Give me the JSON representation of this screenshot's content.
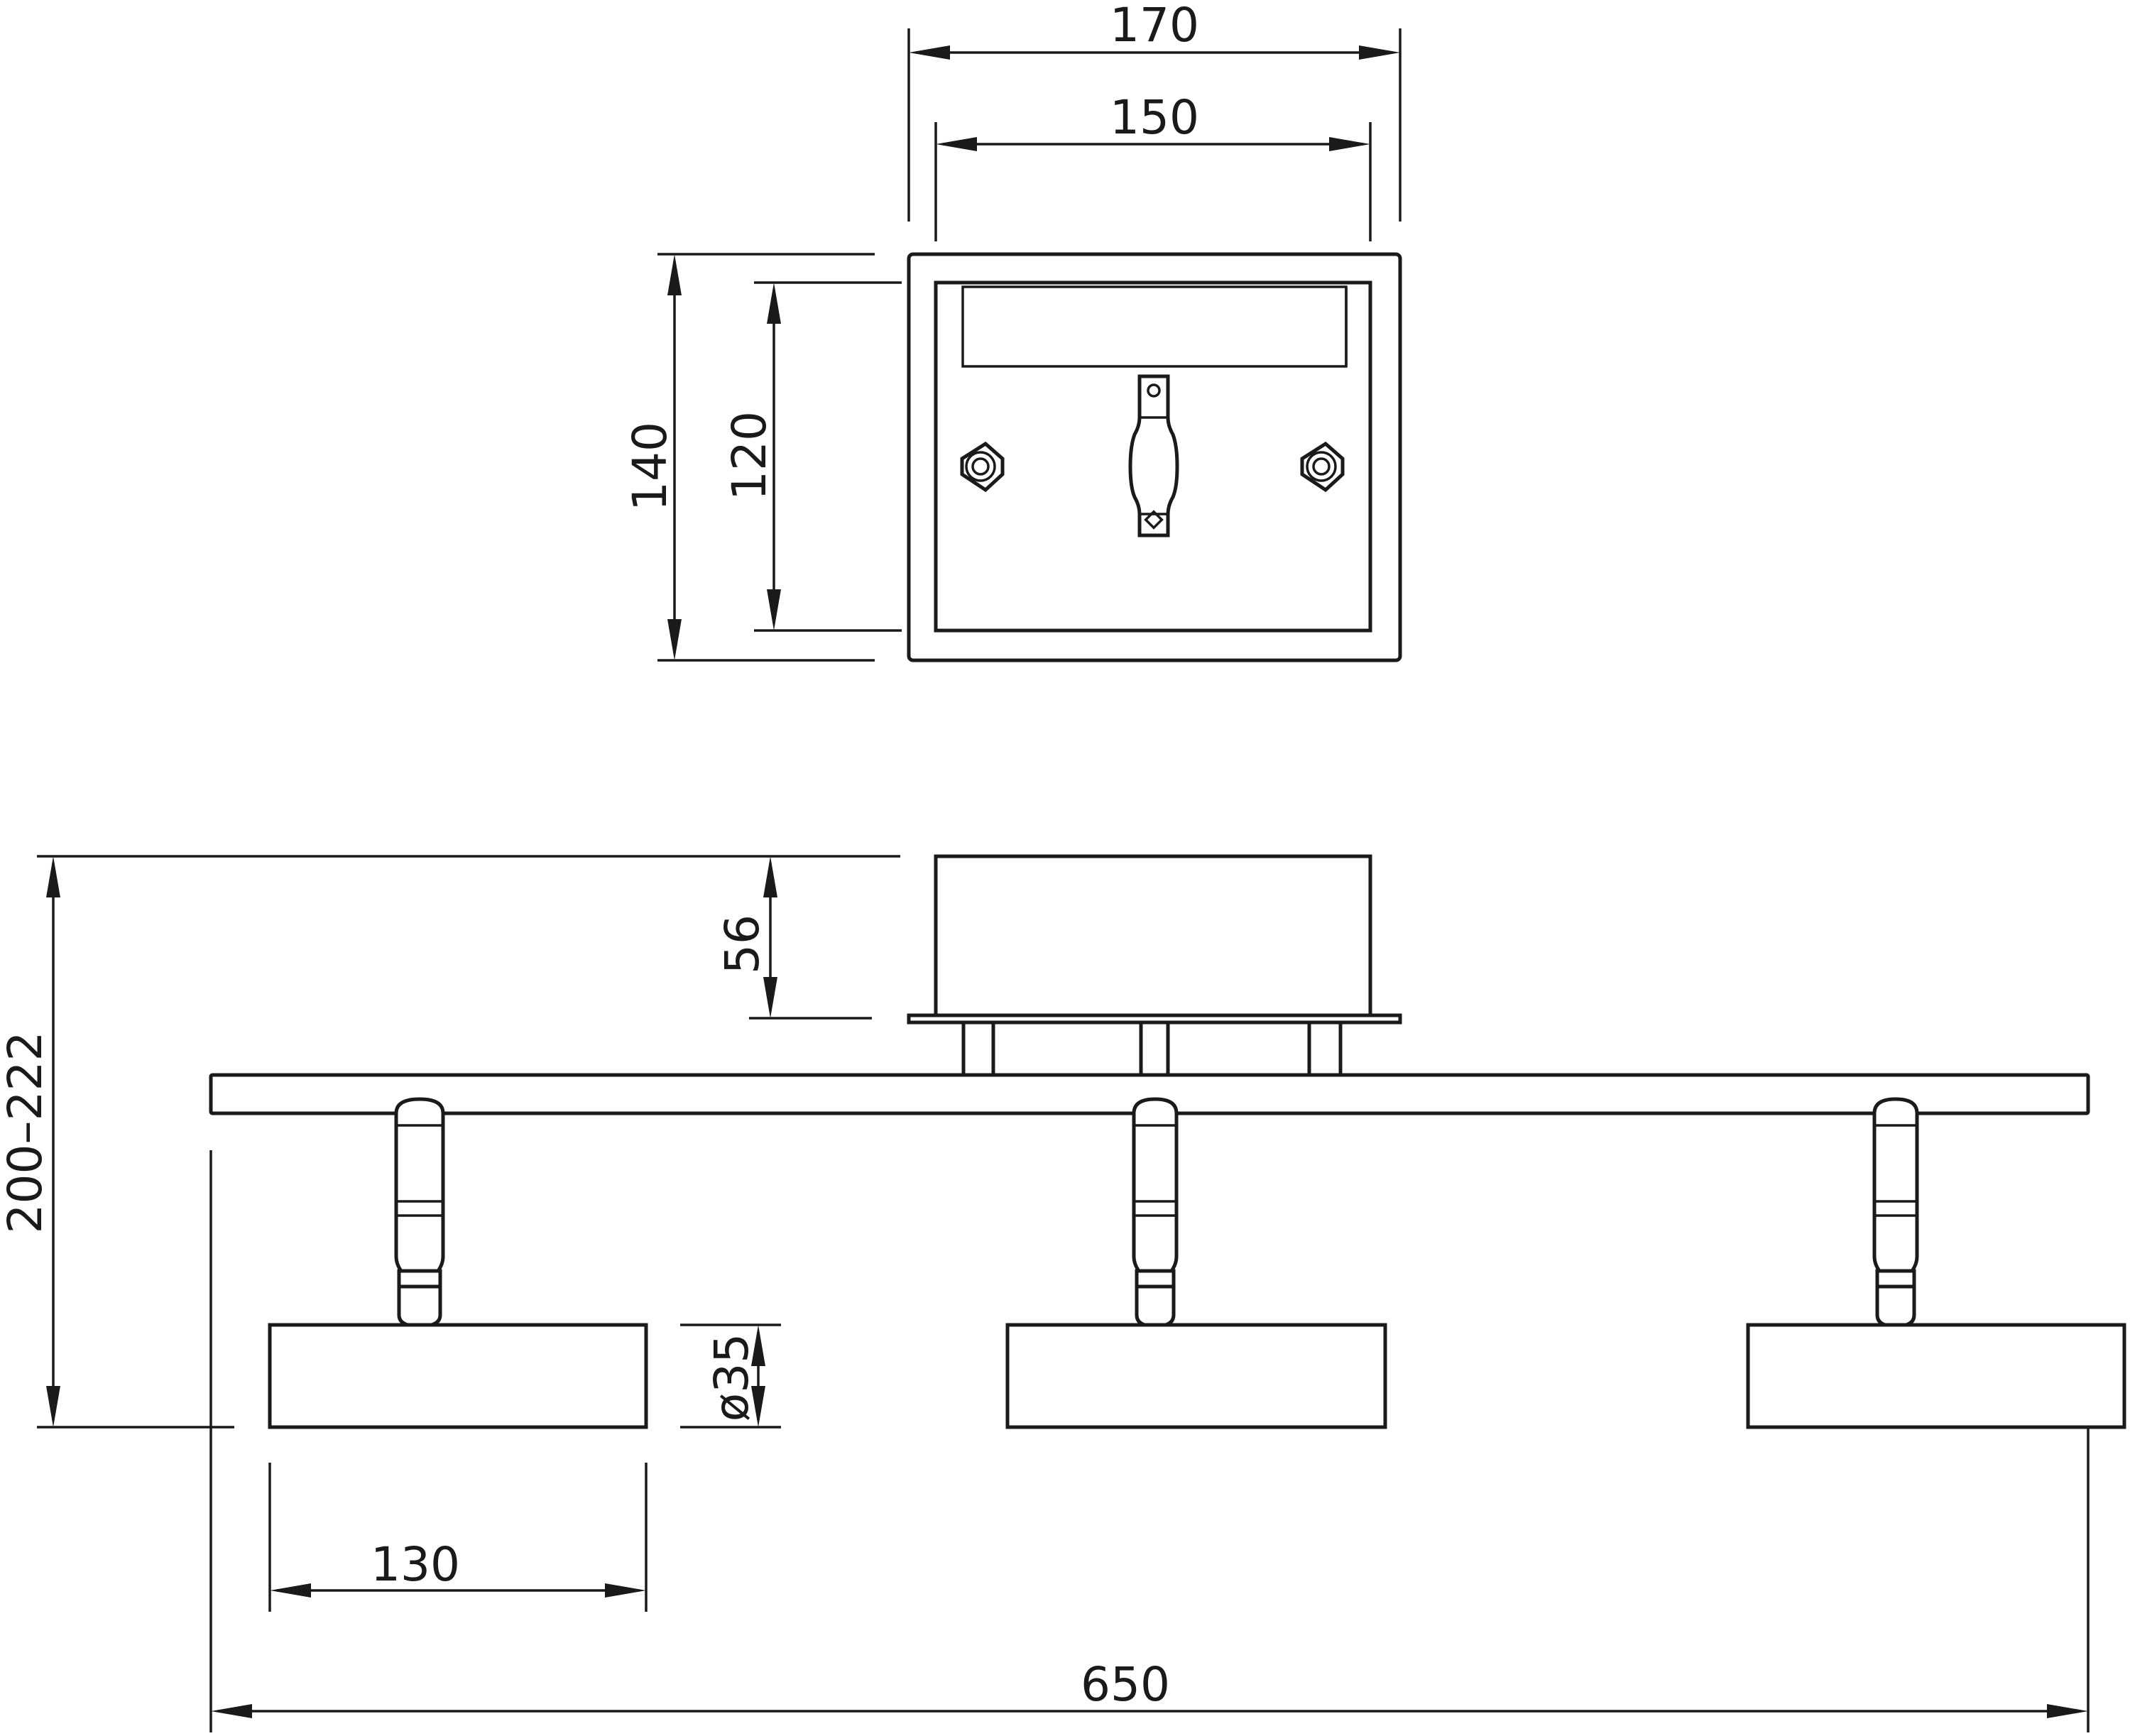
{
  "dimensions": {
    "top_width_outer": "170",
    "top_width_inner": "150",
    "top_height_outer": "140",
    "top_height_inner": "120",
    "canopy_height": "56",
    "total_height": "200–222",
    "spot_diameter": "ø35",
    "spot_length": "130",
    "total_length": "650"
  },
  "colors": {
    "line": "#1a1a1a",
    "background": "#ffffff"
  }
}
